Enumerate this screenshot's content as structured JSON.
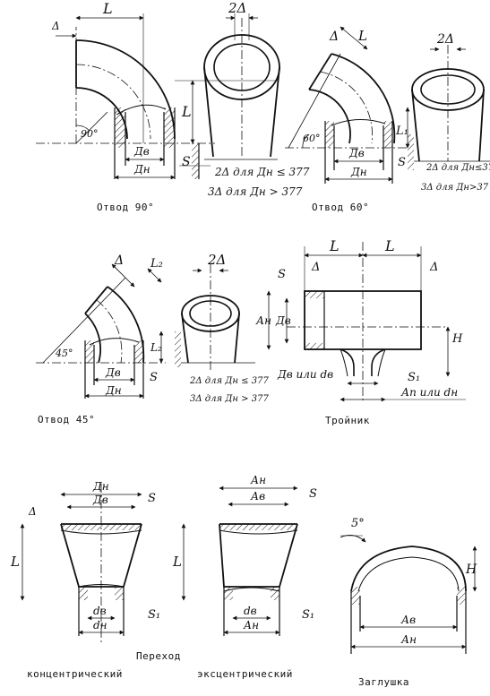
{
  "symbols": {
    "delta": "Δ",
    "two_delta": "2Δ",
    "L": "L",
    "L1": "L₁",
    "L2": "L₂",
    "H": "H",
    "S": "S",
    "S1": "S₁",
    "Dv": "Дв",
    "Dn": "Дн",
    "dv": "dв",
    "dn": "dн",
    "Av": "Ав",
    "An": "Ан",
    "angle90": "90°",
    "angle60": "60°",
    "angle45": "45°",
    "angle5": "5°",
    "Dv_or_dv": "Дв или dв",
    "An_or_dn": "Ап или dн"
  },
  "notes": {
    "wall_small": "2Δ для Дн ≤ 377",
    "wall_large": "3Δ для Дн > 377",
    "wall_small_short": "2Δ для Дн≤37",
    "wall_large_short": "3Δ для Дн>37"
  },
  "captions": {
    "elbow90": "Отвод 90°",
    "elbow60": "Отвод 60°",
    "elbow45": "Отвод 45°",
    "tee": "Тройник",
    "reducer": "Переход",
    "concentric": "концентрический",
    "eccentric": "эксцентрический",
    "cap": "Заглушка"
  },
  "colors": {
    "ink": "#111111",
    "paper": "#ffffff"
  }
}
